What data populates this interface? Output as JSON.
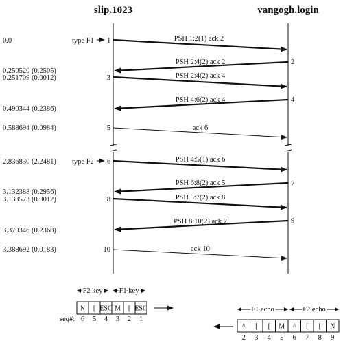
{
  "hosts": {
    "left": "slip.1023",
    "right": "vangogh.login"
  },
  "times": [
    {
      "t": "0.0"
    },
    {
      "t": "0.250520 (0.2505)"
    },
    {
      "t": "0.251709 (0.0012)"
    },
    {
      "t": "0.490344 (0.2386)"
    },
    {
      "t": "0.588694 (0.0984)"
    },
    {
      "t": "2.836830 (2.2481)"
    },
    {
      "t": "3.132388 (0.2956)"
    },
    {
      "t": "3.133573 (0.0012)"
    },
    {
      "t": "3.370346 (0.2368)"
    },
    {
      "t": "3.388692 (0.0183)"
    }
  ],
  "events": {
    "type_f1": "type F1",
    "type_f2": "type F2"
  },
  "segments": [
    {
      "num": "1",
      "label": "PSH 1:2(1) ack 2",
      "dir": "right",
      "bold": true
    },
    {
      "num": "2",
      "label": "PSH 2:4(2) ack 2",
      "dir": "left",
      "bold": true
    },
    {
      "num": "3",
      "label": "PSH 2:4(2) ack 4",
      "dir": "right",
      "bold": true
    },
    {
      "num": "4",
      "label": "PSH 4:6(2) ack 4",
      "dir": "left",
      "bold": true
    },
    {
      "num": "5",
      "label": "ack 6",
      "dir": "right",
      "bold": false
    },
    {
      "num": "6",
      "label": "PSH 4:5(1) ack 6",
      "dir": "right",
      "bold": true
    },
    {
      "num": "7",
      "label": "PSH 6:8(2) ack 5",
      "dir": "left",
      "bold": true
    },
    {
      "num": "8",
      "label": "PSH 5:7(2) ack 8",
      "dir": "right",
      "bold": true
    },
    {
      "num": "9",
      "label": "PSH 8:10(2) ack 7",
      "dir": "left",
      "bold": true
    },
    {
      "num": "10",
      "label": "ack 10",
      "dir": "right",
      "bold": false
    }
  ],
  "send_buffer": {
    "group_labels": [
      "F2 key",
      "F1 key"
    ],
    "cells": [
      "N",
      "[",
      "ESC",
      "M",
      "[",
      "ESC"
    ],
    "seq_label": "seq#:",
    "seq": [
      "6",
      "5",
      "4",
      "3",
      "2",
      "1"
    ]
  },
  "echo_buffer": {
    "group_labels": [
      "F1 echo",
      "F2 echo"
    ],
    "cells": [
      "^",
      "[",
      "[",
      "M",
      "^",
      "[",
      "[",
      "N"
    ],
    "seq": [
      "2",
      "3",
      "4",
      "5",
      "6",
      "7",
      "8",
      "9"
    ]
  }
}
